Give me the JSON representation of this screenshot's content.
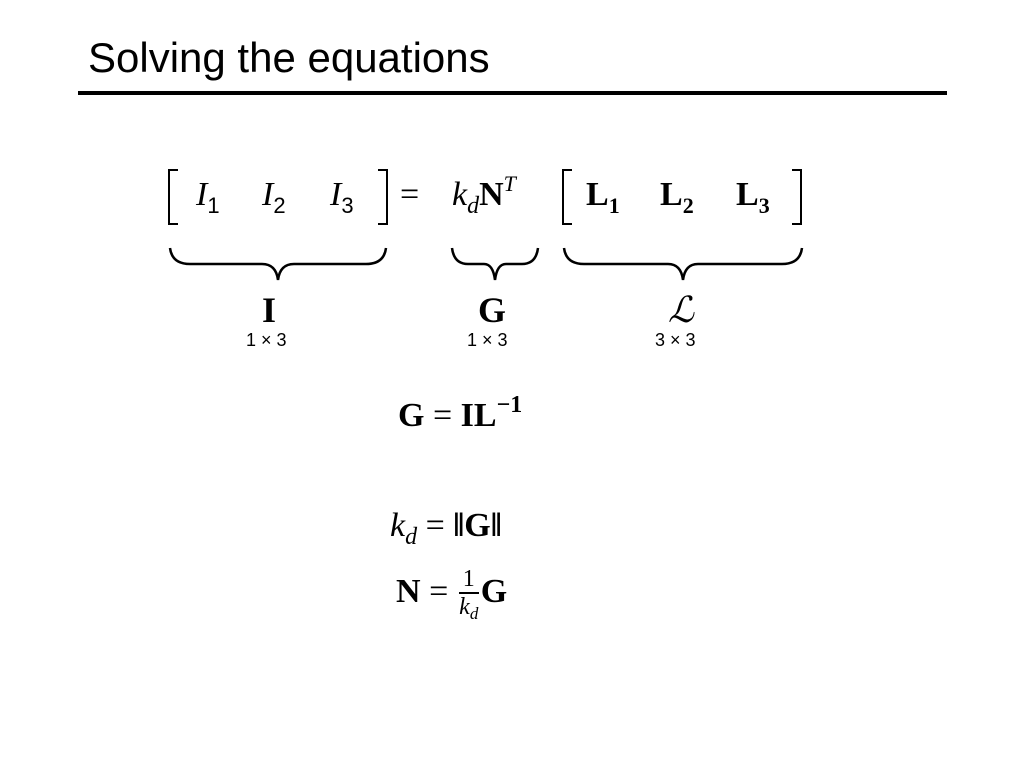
{
  "slide": {
    "title": "Solving the equations"
  },
  "main_equation": {
    "lhs": {
      "I1": "I",
      "I1_sub": "1",
      "I2": "I",
      "I2_sub": "2",
      "I3": "I",
      "I3_sub": "3"
    },
    "equals": "=",
    "kd": "k",
    "kd_sub": "d",
    "N": "N",
    "N_sup": "T",
    "rhs": {
      "L1": "L",
      "L1_sub": "1",
      "L2": "L",
      "L2_sub": "2",
      "L3": "L",
      "L3_sub": "3"
    }
  },
  "braces": {
    "I_label": "I",
    "I_dim": "1 × 3",
    "G_label": "G",
    "G_dim": "1 × 3",
    "L_label": "ℒ",
    "L_dim": "3 × 3"
  },
  "equations": {
    "eq1": {
      "lhs": "G",
      "eq": "=",
      "rhs": "IL",
      "sup": "−1"
    },
    "eq2": {
      "lhs": "k",
      "lhs_sub": "d",
      "eq": "=",
      "rhs": "‖G‖"
    },
    "eq3": {
      "lhs": "N",
      "eq": "=",
      "num": "1",
      "den": "k",
      "den_sub": "d",
      "rhs": "G"
    }
  }
}
